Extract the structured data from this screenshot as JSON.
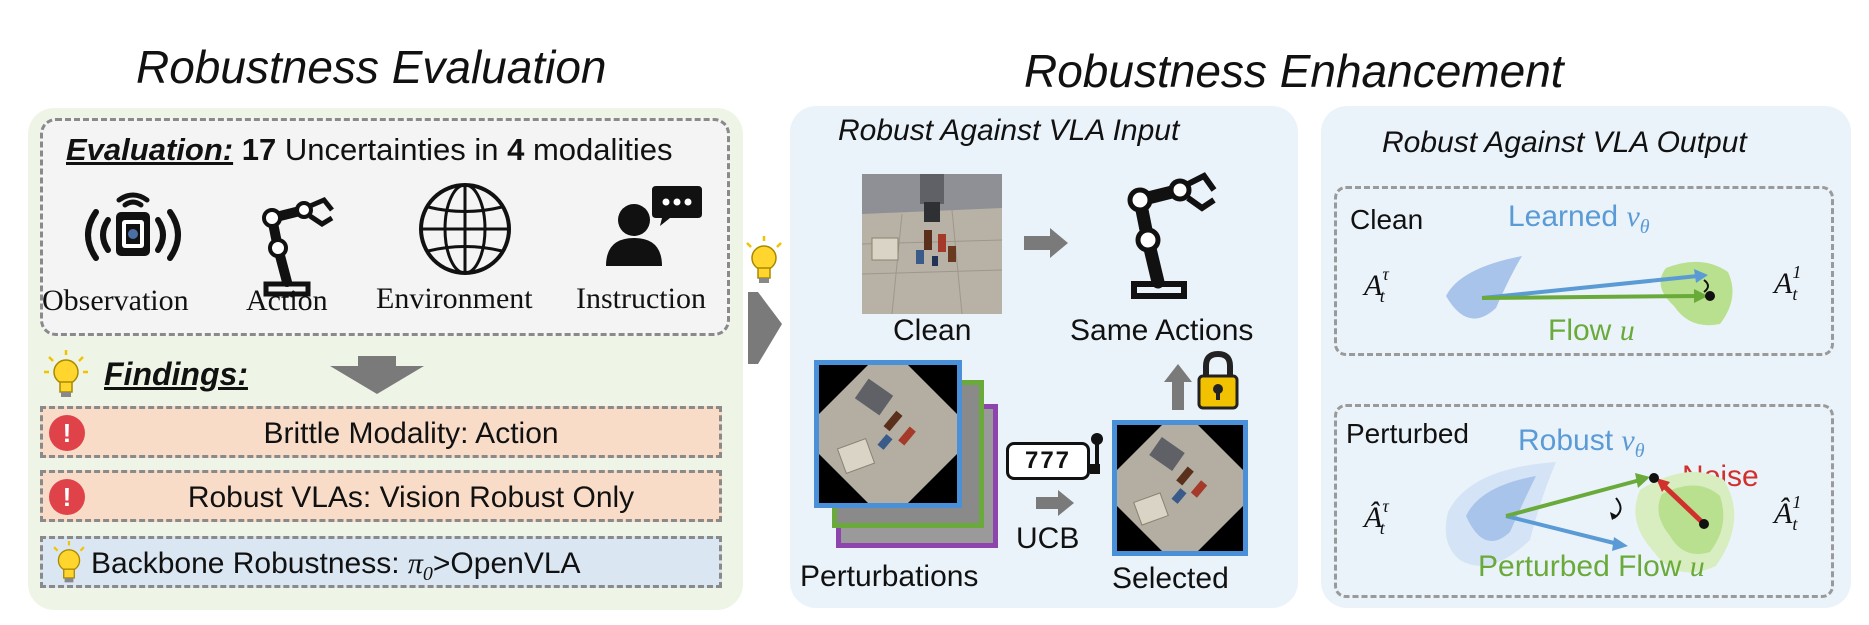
{
  "titles": {
    "evaluation": "Robustness Evaluation",
    "enhancement": "Robustness Enhancement"
  },
  "evaluation": {
    "label": "Evaluation:",
    "count": "17",
    "middle": " Uncertainties in ",
    "modalities_count": "4",
    "tail": " modalities",
    "modalities": [
      "Observation",
      "Action",
      "Environment",
      "Instruction"
    ]
  },
  "findings": {
    "label": "Findings:",
    "items": [
      {
        "text": "Brittle Modality: Action",
        "kind": "warning",
        "color": "#f8dcc8"
      },
      {
        "text": "Robust VLAs: Vision Robust Only",
        "kind": "warning",
        "color": "#f8dcc8"
      },
      {
        "text_pre": "Backbone Robustness: ",
        "pi": "π",
        "sub": "0",
        "text_post": ">OpenVLA",
        "kind": "idea",
        "color": "#dbe6f3"
      }
    ]
  },
  "input_panel": {
    "title": "Robust Against VLA Input",
    "clean": "Clean",
    "same_actions": "Same Actions",
    "perturbations": "Perturbations",
    "ucb": "UCB",
    "selected": "Selected",
    "slot_digits": "777"
  },
  "output_panel": {
    "title": "Robust Against VLA Output",
    "clean_box": {
      "label": "Clean",
      "learned": "Learned ",
      "v": "v",
      "theta": "θ",
      "flow": "Flow ",
      "u": "u",
      "a_left": "A",
      "a_left_sup": "τ",
      "a_left_sub": "t",
      "a_right": "A",
      "a_right_sup": "1",
      "a_right_sub": "t"
    },
    "perturbed_box": {
      "label": "Perturbed",
      "robust": "Robust ",
      "v": "v",
      "theta": "θ",
      "noise": "Noise",
      "flow": "Perturbed Flow ",
      "u": "u",
      "a_left": "Â",
      "a_left_sup": "τ",
      "a_left_sub": "t",
      "a_right": "Â",
      "a_right_sup": "1",
      "a_right_sub": "t"
    }
  },
  "colors": {
    "left_panel": "#eef5e6",
    "right_panels": "#ebf3fa",
    "blue_arrow": "#5b9bd5",
    "green_arrow": "#6aaa3a",
    "noise": "#d0312d",
    "frame_blue": "#4a90d9",
    "frame_green": "#6aaa3a",
    "frame_purple": "#8e44ad"
  }
}
